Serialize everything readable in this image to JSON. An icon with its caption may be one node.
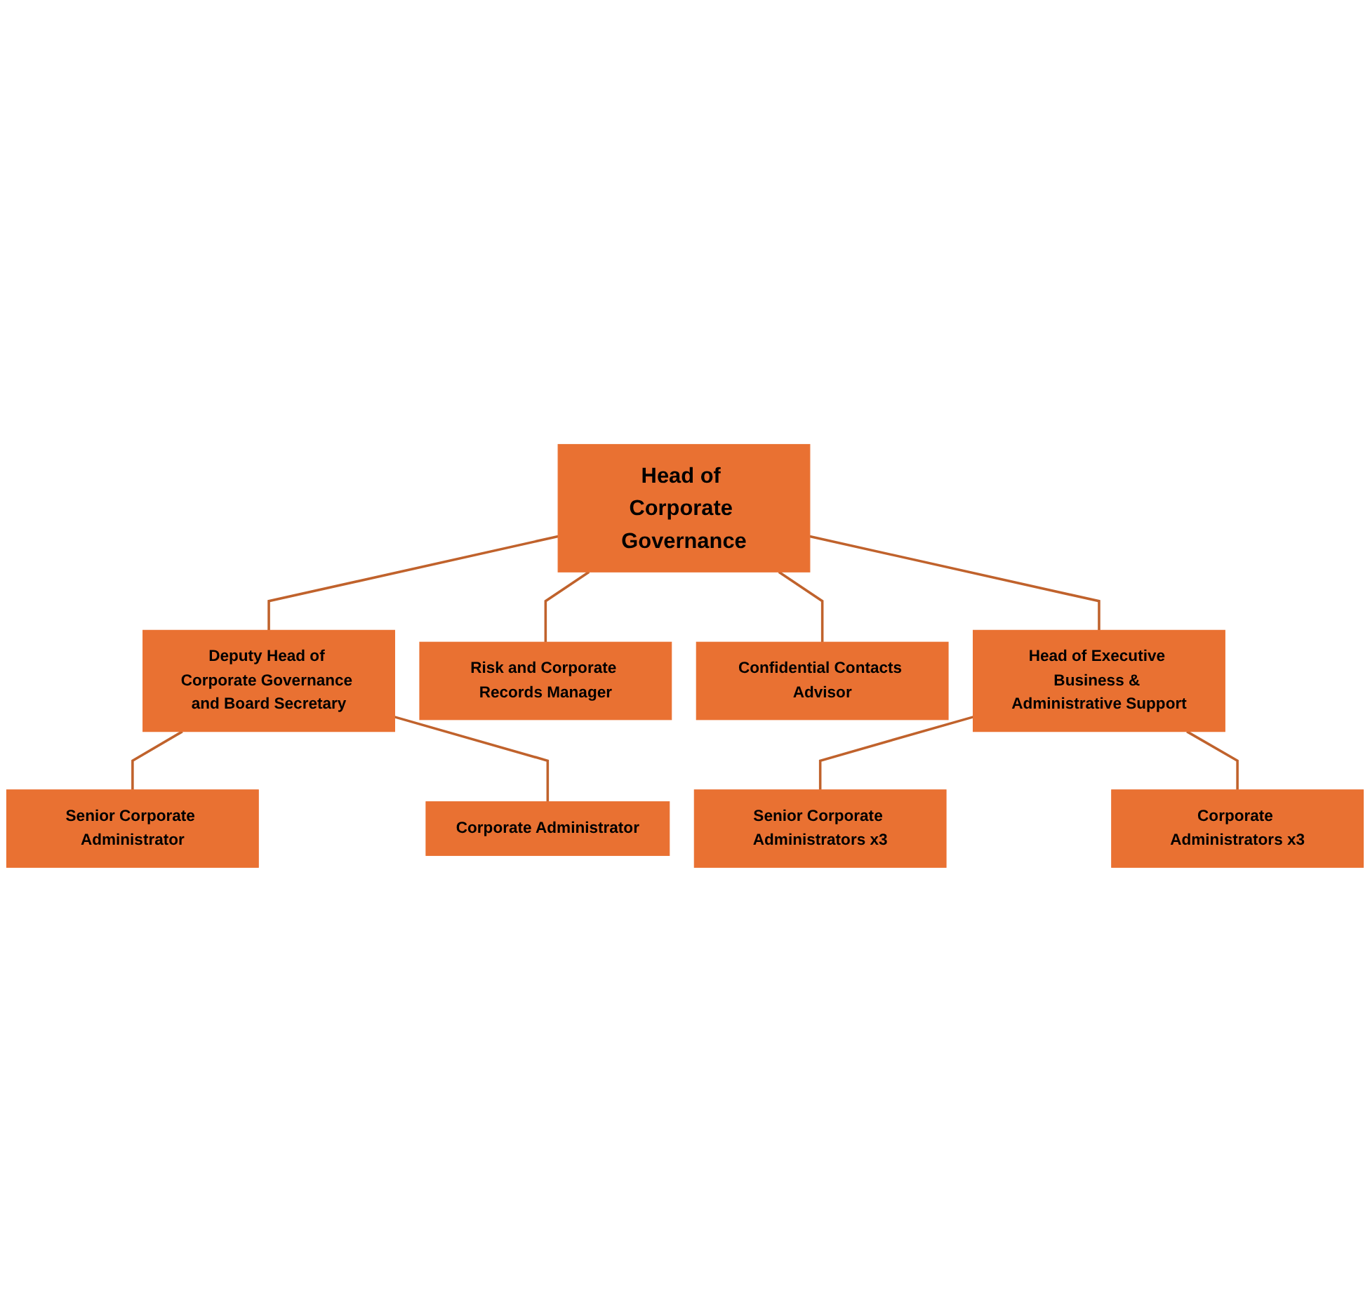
{
  "diagram": {
    "nodes": [
      {
        "text": [
          "Head of Corporate Governance"
        ]
      },
      {
        "text": [
          "Deputy Head of Corporate Governance and Board Secretary"
        ]
      },
      {
        "text": [
          "Senior Corporate Administrator"
        ]
      },
      {
        "text": [
          "Corporate Administrator"
        ]
      },
      {
        "text": [
          "Risk and Corporate Records Manager"
        ]
      },
      {
        "text": [
          "Confidential Contacts Advisor"
        ]
      },
      {
        "text": [
          "Head of Executive Business & Administrative Support"
        ]
      },
      {
        "text": [
          "Senior Corporate Administrators x3"
        ]
      },
      {
        "text": [
          "Corporate Administrators x3"
        ]
      }
    ],
    "edges": [
      {
        "from": 0,
        "to": 1,
        "arrow": "none"
      },
      {
        "from": 1,
        "to": 2,
        "arrow": "none"
      },
      {
        "from": 1,
        "to": 3,
        "arrow": "none"
      },
      {
        "from": 0,
        "to": 4,
        "arrow": "none"
      },
      {
        "from": 0,
        "to": 5,
        "arrow": "none"
      },
      {
        "from": 0,
        "to": 6,
        "arrow": "none"
      },
      {
        "from": 6,
        "to": 7,
        "arrow": "none"
      },
      {
        "from": 6,
        "to": 8,
        "arrow": "none"
      }
    ]
  }
}
